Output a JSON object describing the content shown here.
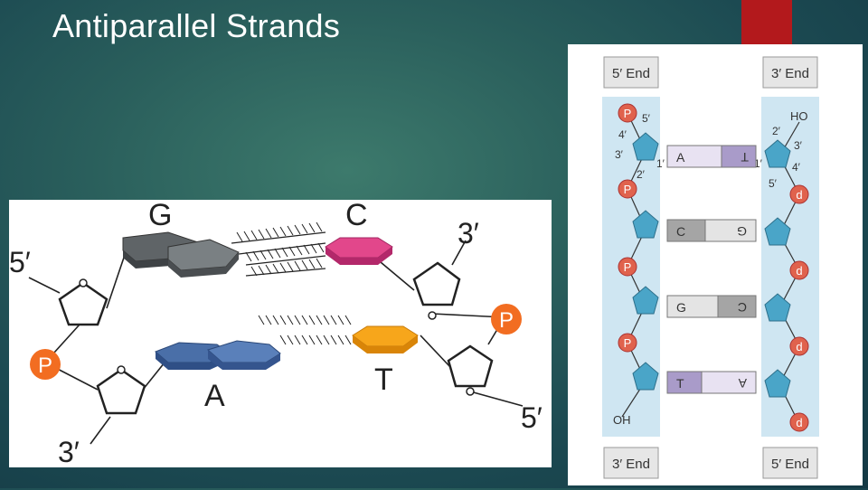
{
  "slide": {
    "title": "Antiparallel Strands"
  },
  "left_diagram": {
    "base_g": "G",
    "base_c": "C",
    "base_a": "A",
    "base_t": "T",
    "label_5_top": "5′",
    "label_3_top": "3′",
    "label_3_bottom": "3′",
    "label_5_bottom": "5′",
    "phosphate_left": "P",
    "phosphate_right": "P"
  },
  "right_diagram": {
    "top_left_end": "5′ End",
    "top_right_end": "3′ End",
    "bottom_left_end": "3′ End",
    "bottom_right_end": "5′ End",
    "ho_label": "HO",
    "oh_label": "OH",
    "phosphate": "P",
    "deoxy": "d",
    "carbon_5_left": "5′",
    "carbon_4_left": "4′",
    "carbon_3_left": "3′",
    "carbon_2_left": "2′",
    "carbon_1_left": "1′",
    "carbon_2_right": "2′",
    "carbon_3_right": "3′",
    "carbon_1_right": "1′",
    "carbon_4_right": "4′",
    "carbon_5_right": "5′",
    "pairs": [
      {
        "left": "A",
        "right": "T"
      },
      {
        "left": "C",
        "right": "G"
      },
      {
        "left": "G",
        "right": "C"
      },
      {
        "left": "T",
        "right": "A"
      }
    ]
  },
  "colors": {
    "background_center": "#3d7a6c",
    "background_edge": "#143944",
    "accent_red": "#b3191c",
    "phosphate_orange": "#f26d21",
    "guanine_gray": "#6d7275",
    "cytosine_pink": "#e2478b",
    "adenine_blue": "#4a6fa8",
    "thymine_orange": "#f7a61b",
    "sugar_blue": "#4aa5c8",
    "backbone_light_blue": "#cfe6f2"
  }
}
